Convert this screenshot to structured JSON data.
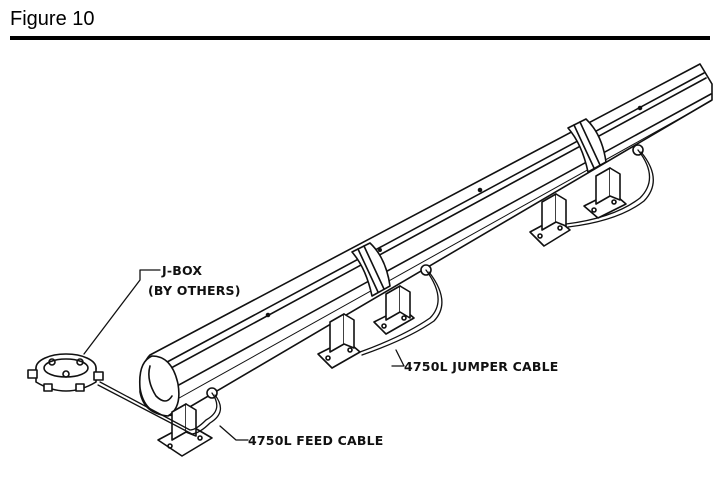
{
  "figure": {
    "title": "Figure 10"
  },
  "labels": {
    "jbox_line1": "J-BOX",
    "jbox_line2": "(BY OTHERS)",
    "jumper_cable": "4750L JUMPER CABLE",
    "feed_cable": "4750L FEED CABLE"
  }
}
